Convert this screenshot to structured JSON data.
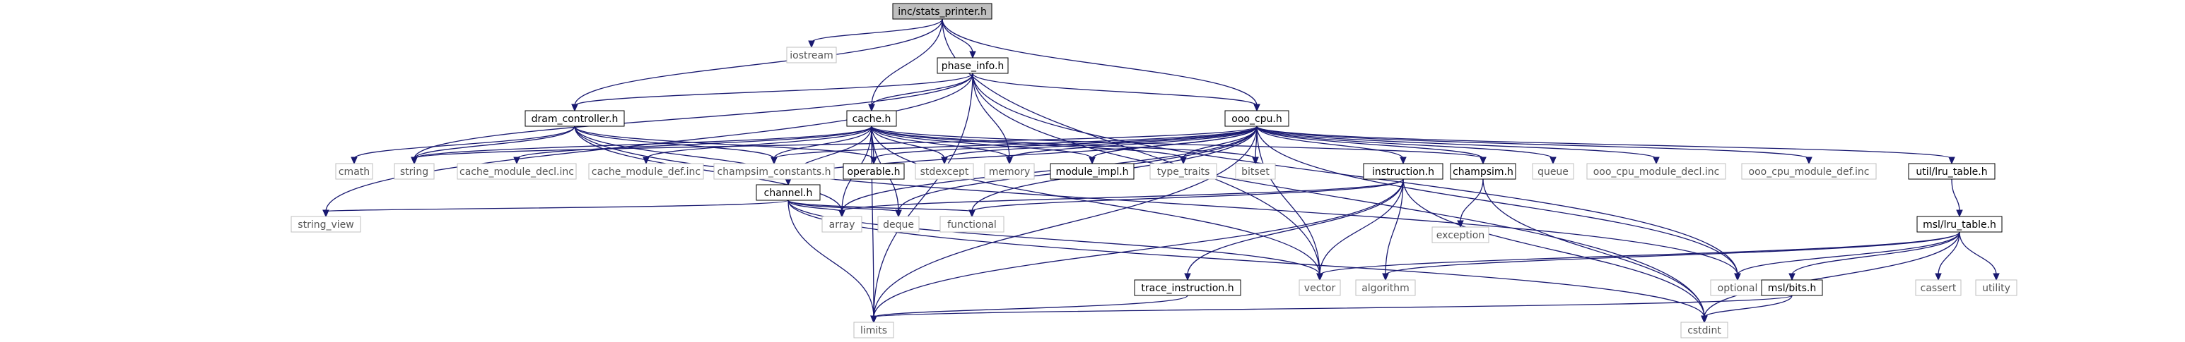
{
  "title": "inc/stats_printer.h",
  "colors": {
    "edge": "#191970",
    "node_local_border": "#000000",
    "node_system_border": "#bfbfbf",
    "node_system_text": "#555555",
    "node_root_fill": "#bfbfbf",
    "node_text": "#000000"
  },
  "nodes": {
    "stats_printer": {
      "label": "inc/stats_printer.h",
      "kind": "root"
    },
    "iostream": {
      "label": "iostream",
      "kind": "system"
    },
    "phase_info": {
      "label": "phase_info.h",
      "kind": "local"
    },
    "dram_controller": {
      "label": "dram_controller.h",
      "kind": "local"
    },
    "cache": {
      "label": "cache.h",
      "kind": "local"
    },
    "ooo_cpu": {
      "label": "ooo_cpu.h",
      "kind": "local"
    },
    "cmath": {
      "label": "cmath",
      "kind": "system"
    },
    "string": {
      "label": "string",
      "kind": "system"
    },
    "cache_module_decl": {
      "label": "cache_module_decl.inc",
      "kind": "system"
    },
    "cache_module_def": {
      "label": "cache_module_def.inc",
      "kind": "system"
    },
    "champsim_constants": {
      "label": "champsim_constants.h",
      "kind": "system"
    },
    "operable": {
      "label": "operable.h",
      "kind": "local"
    },
    "channel": {
      "label": "channel.h",
      "kind": "local"
    },
    "stdexcept": {
      "label": "stdexcept",
      "kind": "system"
    },
    "memory": {
      "label": "memory",
      "kind": "system"
    },
    "module_impl": {
      "label": "module_impl.h",
      "kind": "local"
    },
    "type_traits": {
      "label": "type_traits",
      "kind": "system"
    },
    "bitset": {
      "label": "bitset",
      "kind": "system"
    },
    "instruction": {
      "label": "instruction.h",
      "kind": "local"
    },
    "champsim": {
      "label": "champsim.h",
      "kind": "local"
    },
    "queue": {
      "label": "queue",
      "kind": "system"
    },
    "ooo_cpu_module_decl": {
      "label": "ooo_cpu_module_decl.inc",
      "kind": "system"
    },
    "ooo_cpu_module_def": {
      "label": "ooo_cpu_module_def.inc",
      "kind": "system"
    },
    "util_fru_table": {
      "label": "util/lru_table.h",
      "kind": "local"
    },
    "string_view": {
      "label": "string_view",
      "kind": "system"
    },
    "array": {
      "label": "array",
      "kind": "system"
    },
    "deque": {
      "label": "deque",
      "kind": "system"
    },
    "functional": {
      "label": "functional",
      "kind": "system"
    },
    "exception": {
      "label": "exception",
      "kind": "system"
    },
    "msl_fru_table": {
      "label": "msl/lru_table.h",
      "kind": "local"
    },
    "vector": {
      "label": "vector",
      "kind": "system"
    },
    "algorithm": {
      "label": "algorithm",
      "kind": "system"
    },
    "optional": {
      "label": "optional",
      "kind": "system"
    },
    "msl_bits": {
      "label": "msl/bits.h",
      "kind": "local"
    },
    "cassert": {
      "label": "cassert",
      "kind": "system"
    },
    "utility": {
      "label": "utility",
      "kind": "system"
    },
    "trace_instruction": {
      "label": "trace_instruction.h",
      "kind": "local"
    },
    "limits": {
      "label": "limits",
      "kind": "system"
    },
    "cstdint": {
      "label": "cstdint",
      "kind": "system"
    }
  }
}
